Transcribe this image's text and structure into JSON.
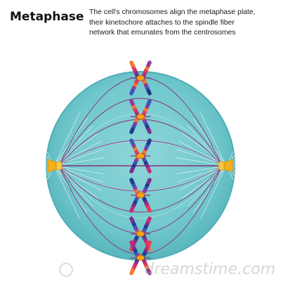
{
  "title": "Metaphase",
  "description": [
    "The cell's chromosomes align the metaphase plate,",
    "their kinetochore attaches to the spindle fiber",
    "network that emunates from the centrosomes"
  ],
  "watermark": "dreamstime.com",
  "colors": {
    "cell_fill": "#71c8cc",
    "cell_rim": "#54b3bb",
    "spindle_fiber": "#8a2d7a",
    "astral_ray": "#ffffff",
    "centrosome": "#f2b21a",
    "kinetochore": "#f5a21a",
    "chromosome_bands": [
      "#223a8c",
      "#7a2c8f",
      "#c3297a",
      "#e83a55",
      "#f07d2c",
      "#8f3a9e",
      "#3d57b5"
    ]
  },
  "chromosome_count": 6,
  "icons": [
    "centrosome-left-icon",
    "centrosome-right-icon",
    "dreamstime-logo-icon"
  ]
}
